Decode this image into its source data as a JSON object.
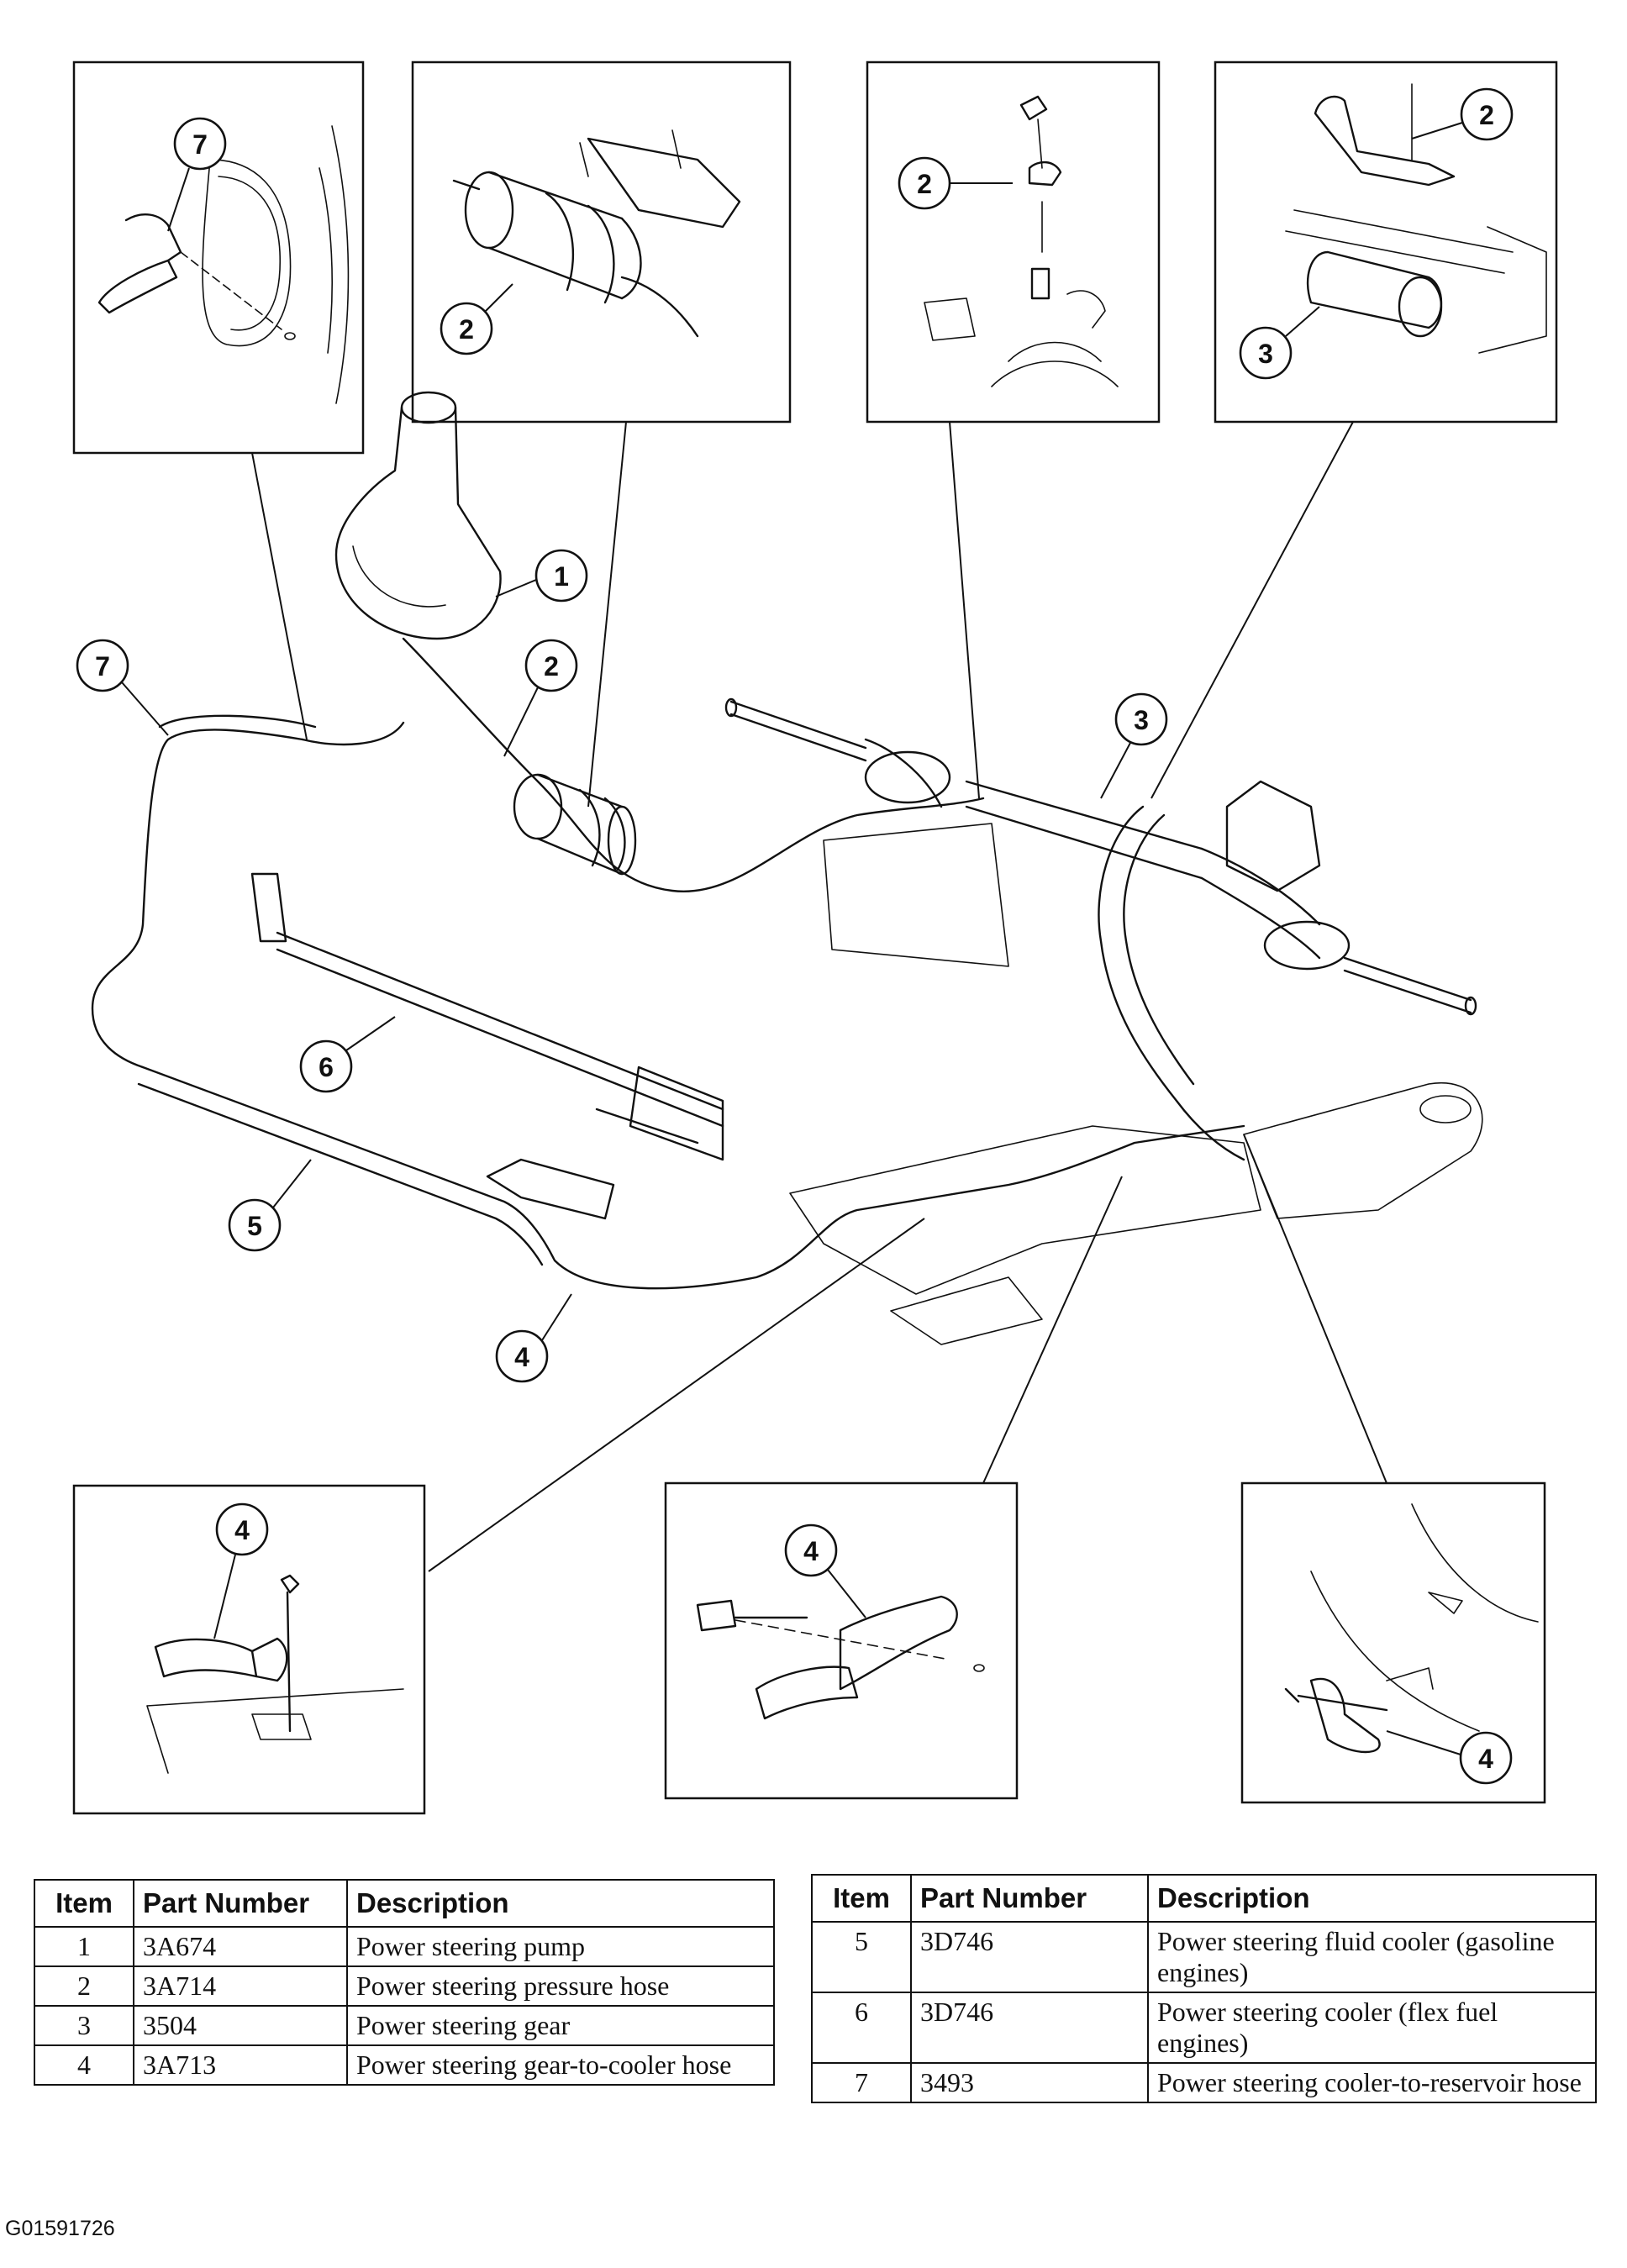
{
  "callouts": {
    "inset1": "7",
    "inset2": "2",
    "inset3": "2",
    "inset4a": "2",
    "inset4b": "3",
    "main1": "1",
    "main2": "2",
    "main3": "3",
    "main7": "7",
    "main6": "6",
    "main5": "5",
    "main4": "4",
    "inset5": "4",
    "inset6": "4",
    "inset7": "4"
  },
  "table_left": {
    "headers": [
      "Item",
      "Part Number",
      "Description"
    ],
    "rows": [
      {
        "item": "1",
        "part": "3A674",
        "desc": "Power steering pump"
      },
      {
        "item": "2",
        "part": "3A714",
        "desc": "Power steering pressure hose"
      },
      {
        "item": "3",
        "part": "3504",
        "desc": "Power steering gear"
      },
      {
        "item": "4",
        "part": "3A713",
        "desc": "Power steering gear-to-cooler hose"
      }
    ]
  },
  "table_right": {
    "headers": [
      "Item",
      "Part Number",
      "Description"
    ],
    "rows": [
      {
        "item": "5",
        "part": "3D746",
        "desc": "Power steering fluid cooler (gasoline engines)"
      },
      {
        "item": "6",
        "part": "3D746",
        "desc": "Power steering cooler (flex fuel engines)"
      },
      {
        "item": "7",
        "part": "3493",
        "desc": "Power steering cooler-to-reservoir hose"
      }
    ]
  },
  "figure_id": "G01591726"
}
